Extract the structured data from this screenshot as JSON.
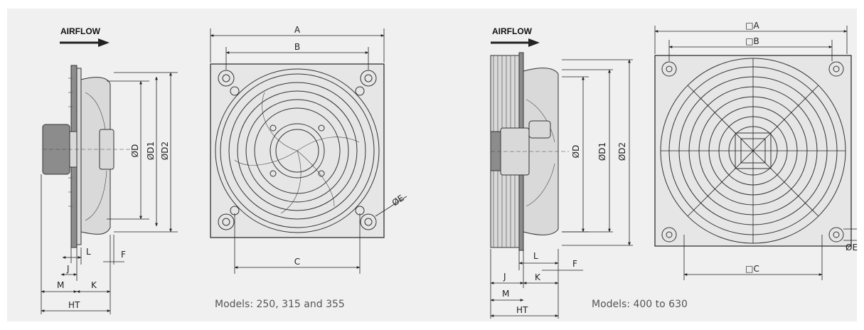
{
  "left_drawing": {
    "airflow_label": "AIRFLOW",
    "side_dims": {
      "d": "ØD",
      "d1": "ØD1",
      "d2": "ØD2",
      "l": "L",
      "j": "J",
      "f": "F",
      "m": "M",
      "k": "K",
      "ht": "HT"
    },
    "front_dims": {
      "a": "A",
      "b": "B",
      "c": "C",
      "e": "ØE"
    },
    "caption": "Models: 250, 315 and 355"
  },
  "right_drawing": {
    "airflow_label": "AIRFLOW",
    "side_dims": {
      "d": "ØD",
      "d1": "ØD1",
      "d2": "ØD2",
      "l": "L",
      "j": "J",
      "f": "F",
      "m": "M",
      "k": "K",
      "ht": "HT"
    },
    "front_dims": {
      "a": "□A",
      "b": "□B",
      "c": "□C",
      "e": "ØE"
    },
    "caption": "Models: 400 to 630"
  },
  "colors": {
    "panel_bg": "#f0f0f1",
    "line": "#222222",
    "part_fill": "#d9d9d9",
    "motor_fill": "#8c8c8c"
  }
}
